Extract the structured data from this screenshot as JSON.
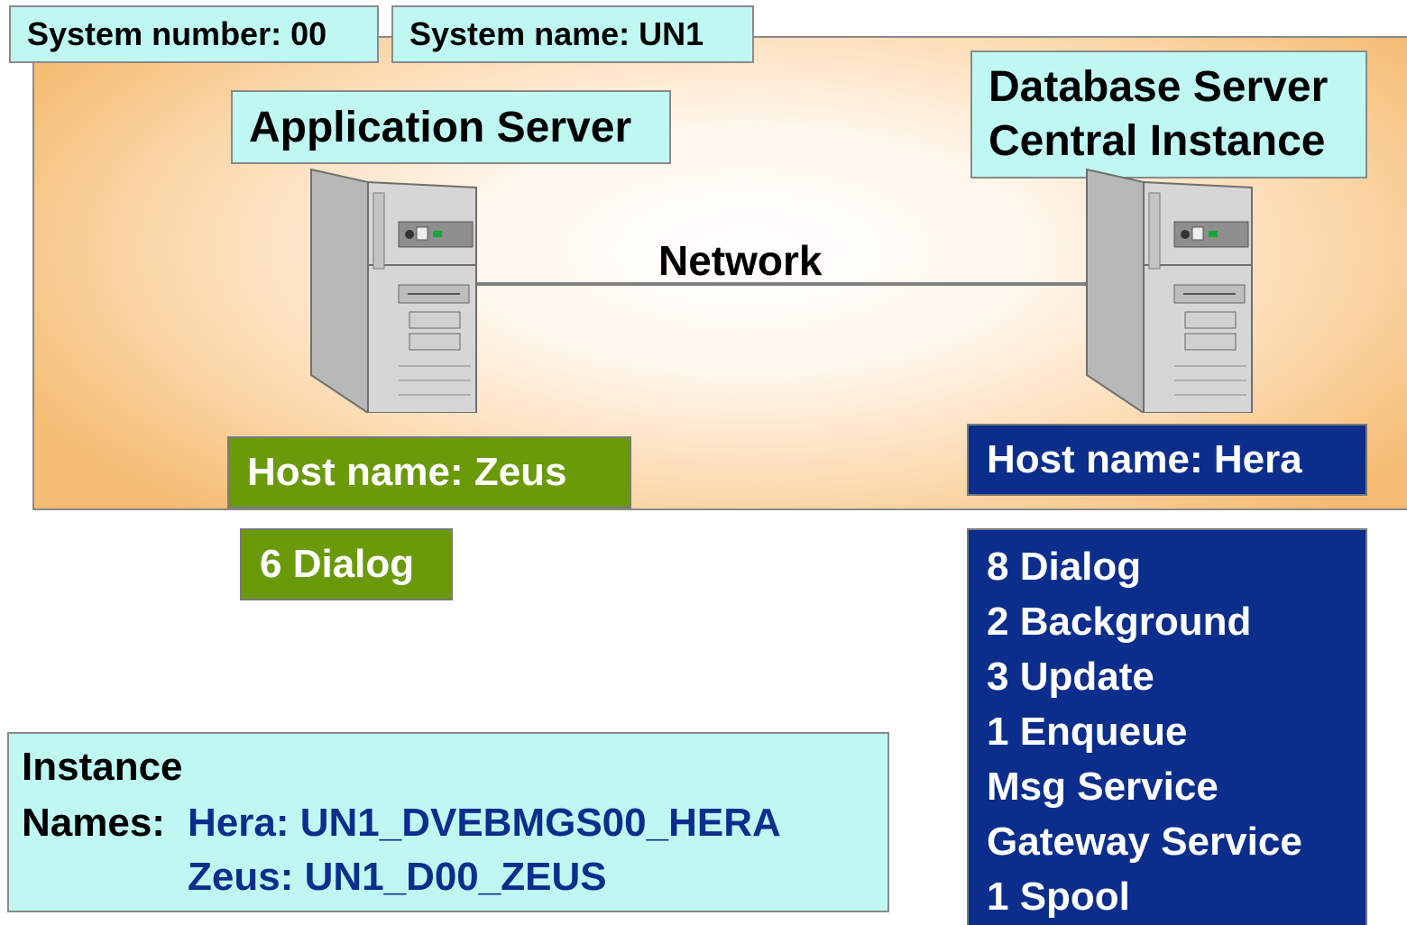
{
  "system": {
    "number_label": "System number: 00",
    "name_label": "System name: UN1"
  },
  "network": {
    "label": "Network"
  },
  "application_server": {
    "title": "Application Server",
    "host_label": "Host name: Zeus",
    "processes": [
      "6 Dialog"
    ],
    "icon": "server-tower-icon"
  },
  "database_server": {
    "title_line1": "Database Server",
    "title_line2": "Central Instance",
    "host_label": "Host name: Hera",
    "processes": [
      "8 Dialog",
      "2 Background",
      "3 Update",
      "1 Enqueue",
      "Msg Service",
      "Gateway Service",
      "1 Spool"
    ],
    "icon": "server-tower-icon"
  },
  "instances": {
    "heading_line1": "Instance",
    "heading_line2": "Names:",
    "hera": "Hera: UN1_DVEBMGS00_HERA",
    "zeus": "Zeus: UN1_D00_ZEUS"
  },
  "colors": {
    "label_bg": "#bff8f2",
    "zeus_green": "#6a9a0a",
    "hera_blue": "#0b2e8c",
    "system_area_edge": "#f4bc73"
  }
}
